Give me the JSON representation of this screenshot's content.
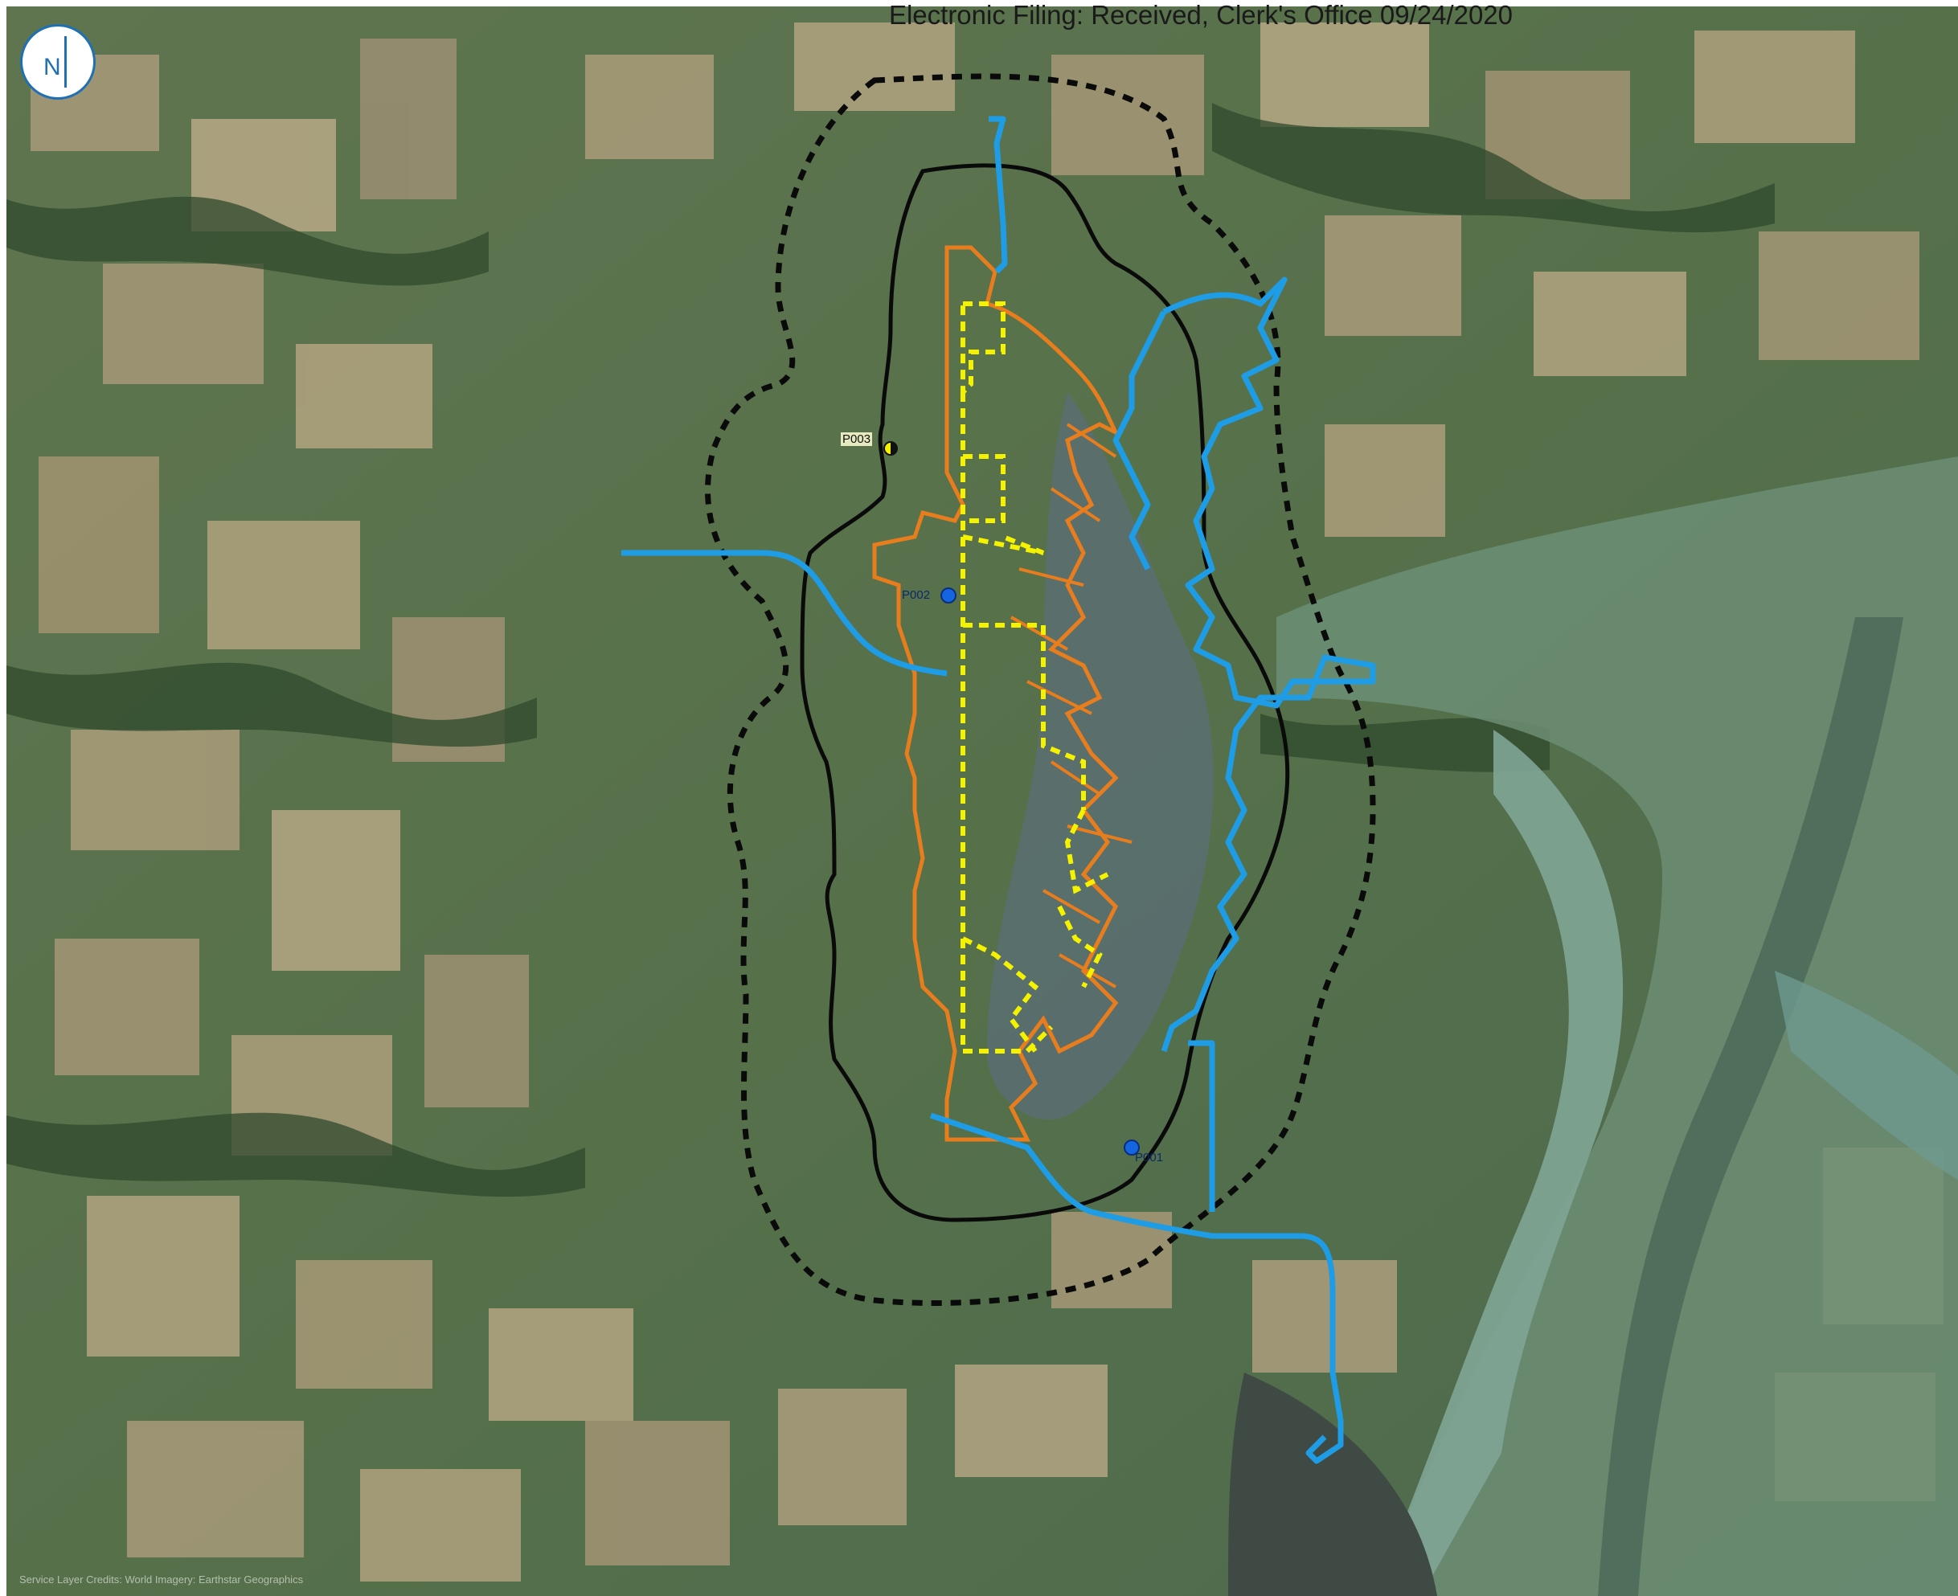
{
  "header": {
    "stamp": "Electronic Filing: Received, Clerk's Office 09/24/2020"
  },
  "north_arrow": {
    "letter": "N"
  },
  "outfalls": [
    {
      "label": "P003",
      "marker": "half-filled black/yellow circle"
    },
    {
      "label": "P002",
      "marker": "blue circle"
    },
    {
      "label": "P001",
      "marker": "blue circle"
    }
  ],
  "credit": {
    "text": "Service Layer Credits: World Imagery: Earthstar Geographics"
  },
  "colors": {
    "boundary_dashed": "#0a0a0a",
    "boundary_solid": "#0a0a0a",
    "waterways": "#1e9ce6",
    "property_line": "#e87d1d",
    "site_line": "#f5f200",
    "outfall_blue": "#1565e0",
    "imagery_base": "#586e46"
  },
  "icons": {
    "north": "north-arrow-icon",
    "outfall": "circle-marker-icon"
  }
}
